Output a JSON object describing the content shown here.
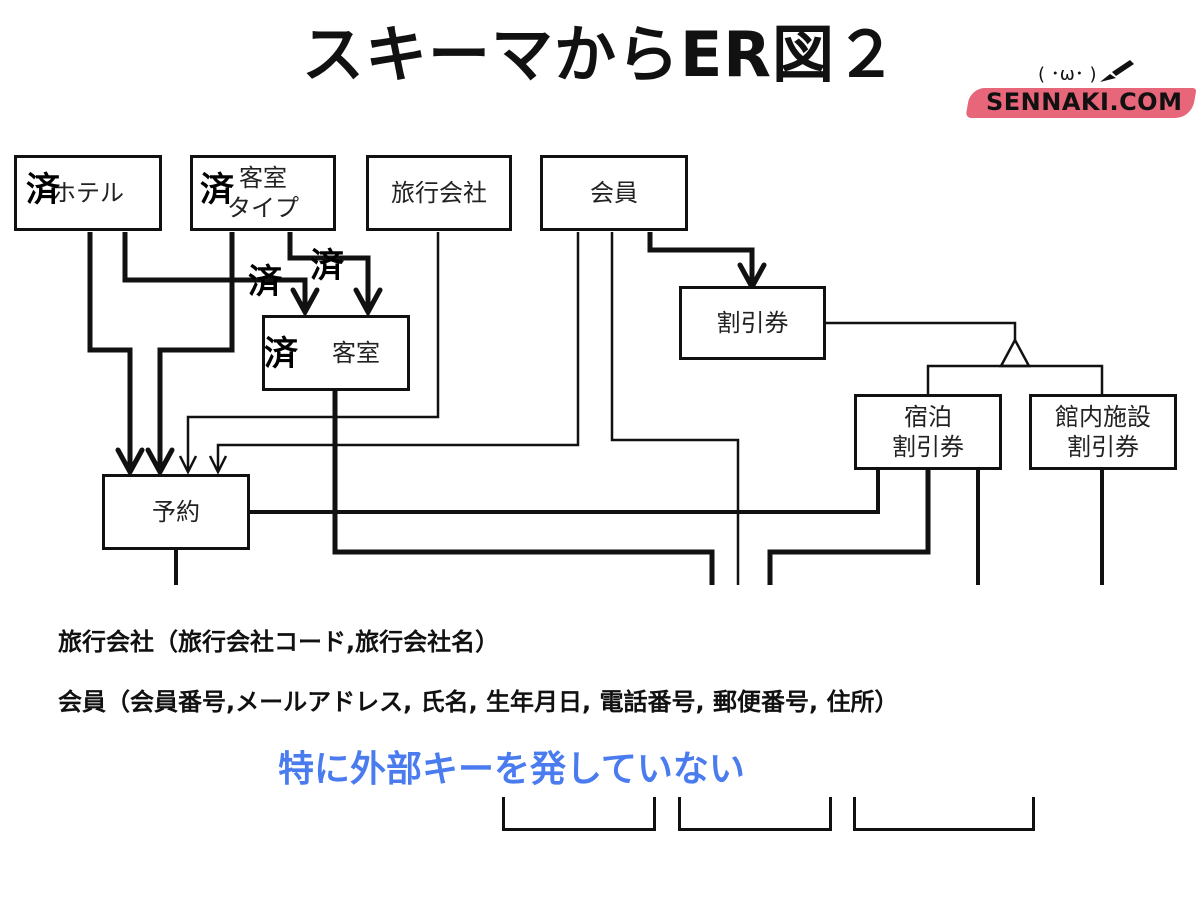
{
  "title": "スキーマからER図２",
  "logo": {
    "face": "( ･ω･ )",
    "text": "SENNAKI.COM"
  },
  "entities": {
    "hotel": "ホテル",
    "room_type": "客室\nタイプ",
    "travel_agency": "旅行会社",
    "member": "会員",
    "room": "客室",
    "discount_coupon": "割引券",
    "stay_coupon": "宿泊\n割引券",
    "facility_coupon": "館内施設\n割引券",
    "reservation": "予約"
  },
  "badge_text": "済",
  "schema_lines": [
    "旅行会社（旅行会社コード,旅行会社名）",
    "会員（会員番号,メールアドレス, 氏名, 生年月日, 電話番号, 郵便番号, 住所）"
  ],
  "note": "特に外部キーを発していない",
  "colors": {
    "note": "#4a7cf0",
    "logo_stroke": "#e8667a"
  }
}
